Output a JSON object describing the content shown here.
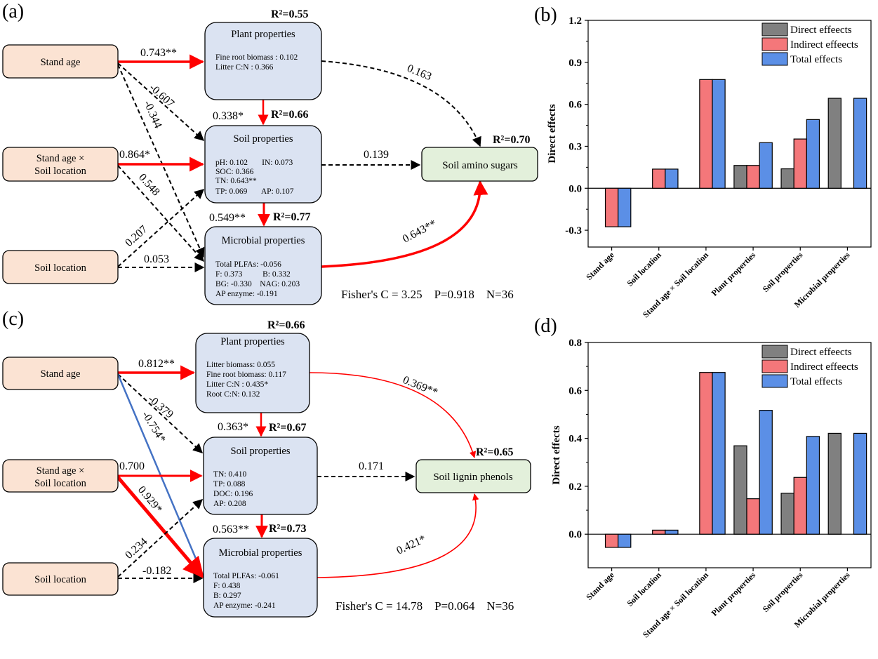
{
  "panels": {
    "a": {
      "letter": "(a)",
      "sources": {
        "stand_age": "Stand age",
        "interaction_l1": "Stand age ×",
        "interaction_l2": "Soil location",
        "soil_location": "Soil location"
      },
      "plant": {
        "title": "Plant properties",
        "lines": [
          "Fine root biomass : 0.102",
          "Litter C:N : 0.366"
        ],
        "r2": "R²=0.55"
      },
      "soil": {
        "title": "Soil properties",
        "lines": [
          "pH: 0.102       IN: 0.073",
          "SOC: 0.366",
          "TN: 0.643**",
          "TP: 0.069       AP: 0.107"
        ],
        "r2": "R²=0.66"
      },
      "microbial": {
        "title": "Microbial properties",
        "lines": [
          "Total PLFAs: -0.056",
          "F: 0.373          B: 0.332",
          "BG: -0.330    NAG: 0.203",
          "AP enzyme: -0.191"
        ],
        "r2": "R²=0.77"
      },
      "target": {
        "label": "Soil amino sugars",
        "r2": "R²=0.70"
      },
      "paths": {
        "sa_plant": "0.743**",
        "sa_soil": "-0.607",
        "sa_micro": "-0.344",
        "int_soil": "0.864*",
        "int_micro": "0.548",
        "sl_soil": "0.207",
        "sl_micro": "0.053",
        "plant_soil": "0.338*",
        "soil_micro": "0.549**",
        "plant_target": "0.163",
        "soil_target": "0.139",
        "micro_target": "0.643**"
      },
      "stats": "Fisher's C = 3.25    P=0.918    N=36"
    },
    "c": {
      "letter": "(c)",
      "sources": {
        "stand_age": "Stand age",
        "interaction_l1": "Stand age ×",
        "interaction_l2": "Soil location",
        "soil_location": "Soil location"
      },
      "plant": {
        "title": "Plant properties",
        "lines": [
          "Litter biomass: 0.055",
          "Fine root biomass: 0.117",
          "Litter C:N : 0.435*",
          "Root C:N: 0.132"
        ],
        "r2": "R²=0.66"
      },
      "soil": {
        "title": "Soil properties",
        "lines": [
          "TN: 0.410",
          "TP: 0.088",
          "DOC: 0.196",
          "AP: 0.208"
        ],
        "r2": "R²=0.67"
      },
      "microbial": {
        "title": "Microbial properties",
        "lines": [
          "Total PLFAs: -0.061",
          "F: 0.438",
          "B: 0.297",
          "AP enzyme: -0.241"
        ],
        "r2": "R²=0.73"
      },
      "target": {
        "label": "Soil lignin phenols",
        "r2": "R²=0.65"
      },
      "paths": {
        "sa_plant": "0.812**",
        "sa_soil": "-0.379",
        "sa_micro": "-0.754*",
        "int_soil": "0.700",
        "int_micro": "0.929*",
        "sl_soil": "0.234",
        "sl_micro": "-0.182",
        "plant_soil": "0.363*",
        "soil_micro": "0.563**",
        "plant_target": "0.369**",
        "soil_target": "0.171",
        "micro_target": "0.421*"
      },
      "stats": "Fisher's C = 14.78    P=0.064    N=36"
    },
    "b": {
      "letter": "(b)"
    },
    "d": {
      "letter": "(d)"
    }
  },
  "colors": {
    "source_fill": "#fbe3d3",
    "mediator_fill": "#dbe3f2",
    "target_fill": "#e3f0db",
    "positive_path": "#ff0000",
    "negative_path": "#4472c4",
    "direct_bar": "#808080",
    "indirect_bar": "#f4777a",
    "total_bar": "#5b8fe6"
  },
  "chart_data": [
    {
      "panel": "(b)",
      "type": "bar",
      "categories": [
        "Stand age",
        "Soil location",
        "Stand age × Soil location",
        "Plant properties",
        "Soil properties",
        "Microbial properties"
      ],
      "series": [
        {
          "name": "Direct effeects",
          "values": [
            null,
            null,
            null,
            0.163,
            0.139,
            0.643
          ]
        },
        {
          "name": "Indirect effeects",
          "values": [
            -0.275,
            0.137,
            0.777,
            0.163,
            0.352,
            null
          ]
        },
        {
          "name": "Total effects",
          "values": [
            -0.275,
            0.137,
            0.777,
            0.326,
            0.491,
            0.643
          ]
        }
      ],
      "ylabel": "Direct effects",
      "ylim": [
        -0.42,
        1.2
      ],
      "yticks": [
        -0.3,
        0.0,
        0.3,
        0.6,
        0.9,
        1.2
      ],
      "ytick_labels": [
        "-0.3",
        "0.0",
        "0.3",
        "0.6",
        "0.9",
        "1.2"
      ],
      "legend_position": "top-right"
    },
    {
      "panel": "(d)",
      "type": "bar",
      "categories": [
        "Stand age",
        "Soil location",
        "Stand age × Soil location",
        "Plant properties",
        "Soil properties",
        "Microbial properties"
      ],
      "series": [
        {
          "name": "Direct effeects",
          "values": [
            null,
            null,
            null,
            0.369,
            0.171,
            0.421
          ]
        },
        {
          "name": "Indirect effeects",
          "values": [
            -0.055,
            0.017,
            0.675,
            0.148,
            0.237,
            null
          ]
        },
        {
          "name": "Total effects",
          "values": [
            -0.055,
            0.017,
            0.675,
            0.517,
            0.408,
            0.421
          ]
        }
      ],
      "ylabel": "Direct effects",
      "ylim": [
        -0.14,
        0.8
      ],
      "yticks": [
        0.0,
        0.2,
        0.4,
        0.6,
        0.8
      ],
      "ytick_labels": [
        "0.0",
        "0.2",
        "0.4",
        "0.6",
        "0.8"
      ],
      "legend_position": "top-right"
    }
  ]
}
